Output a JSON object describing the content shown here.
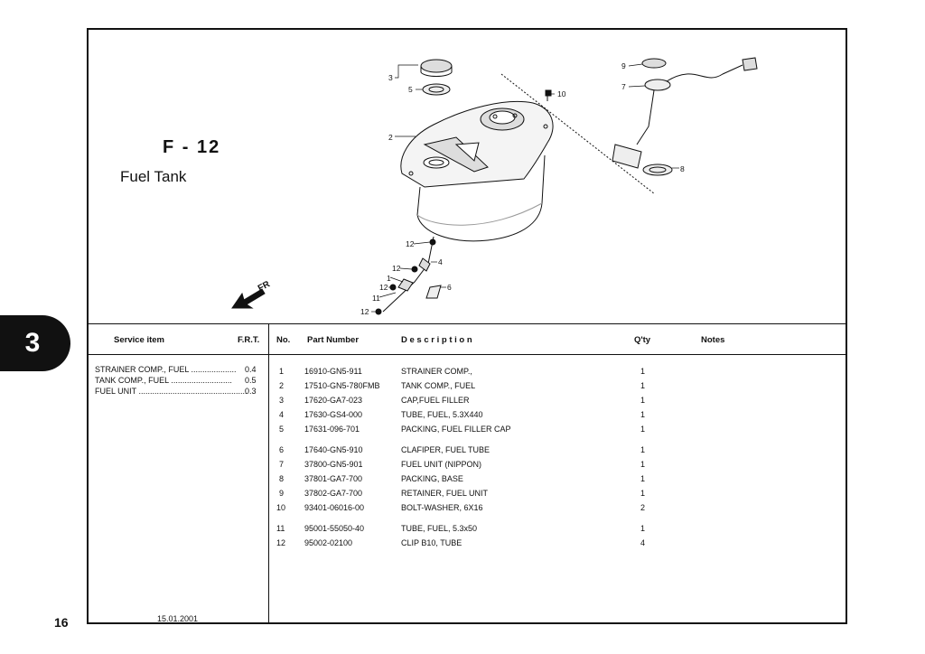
{
  "tab": {
    "number": "3"
  },
  "page_number": "16",
  "date": "15.01.2001",
  "figure": {
    "code": "F - 12",
    "name": "Fuel Tank",
    "fr_label": "FR"
  },
  "callouts": [
    "1",
    "2",
    "3",
    "4",
    "5",
    "6",
    "7",
    "8",
    "9",
    "10",
    "11",
    "12",
    "12",
    "12",
    "12"
  ],
  "table_headers": {
    "service_item": "Service item",
    "frt": "F.R.T.",
    "no": "No.",
    "part_number": "Part Number",
    "description": "D e s c r i p t i o n",
    "qty": "Q'ty",
    "notes": "Notes"
  },
  "service_items": [
    {
      "name": "STRAINER COMP., FUEL ....................",
      "frt": "0.4"
    },
    {
      "name": "TANK COMP., FUEL ...........................",
      "frt": "0.5"
    },
    {
      "name": "FUEL UNIT ................................................",
      "frt": "0.3"
    }
  ],
  "parts": [
    {
      "no": "1",
      "part": "16910-GN5-911",
      "desc": "STRAINER COMP.,",
      "qty": "1"
    },
    {
      "no": "2",
      "part": "17510-GN5-780FMB",
      "desc": "TANK COMP., FUEL",
      "qty": "1"
    },
    {
      "no": "3",
      "part": "17620-GA7-023",
      "desc": "CAP,FUEL FILLER",
      "qty": "1"
    },
    {
      "no": "4",
      "part": "17630-GS4-000",
      "desc": "TUBE, FUEL, 5.3X440",
      "qty": "1"
    },
    {
      "no": "5",
      "part": "17631-096-701",
      "desc": "PACKING, FUEL FILLER CAP",
      "qty": "1"
    },
    {
      "no": "6",
      "part": "17640-GN5-910",
      "desc": "CLAFIPER, FUEL TUBE",
      "qty": "1"
    },
    {
      "no": "7",
      "part": "37800-GN5-901",
      "desc": "FUEL UNIT (NIPPON)",
      "qty": "1"
    },
    {
      "no": "8",
      "part": "37801-GA7-700",
      "desc": "PACKING, BASE",
      "qty": "1"
    },
    {
      "no": "9",
      "part": "37802-GA7-700",
      "desc": "RETAINER, FUEL UNIT",
      "qty": "1"
    },
    {
      "no": "10",
      "part": "93401-06016-00",
      "desc": "BOLT-WASHER, 6X16",
      "qty": "2"
    },
    {
      "no": "11",
      "part": "95001-55050-40",
      "desc": "TUBE, FUEL, 5.3x50",
      "qty": "1"
    },
    {
      "no": "12",
      "part": "95002-02100",
      "desc": "CLIP B10, TUBE",
      "qty": "4"
    }
  ]
}
